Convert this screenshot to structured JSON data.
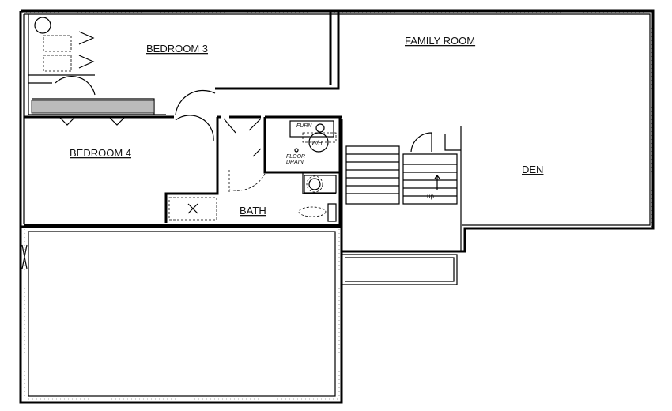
{
  "rooms": {
    "bedroom3": "BEDROOM 3",
    "family_room": "FAMILY ROOM",
    "bedroom4": "BEDROOM 4",
    "den": "DEN",
    "bath": "BATH"
  },
  "fixtures": {
    "furnace": "FURN",
    "water_heater": "W/H",
    "floor_drain_1": "FLOOR",
    "floor_drain_2": "DRAIN",
    "stair_up": "up"
  }
}
